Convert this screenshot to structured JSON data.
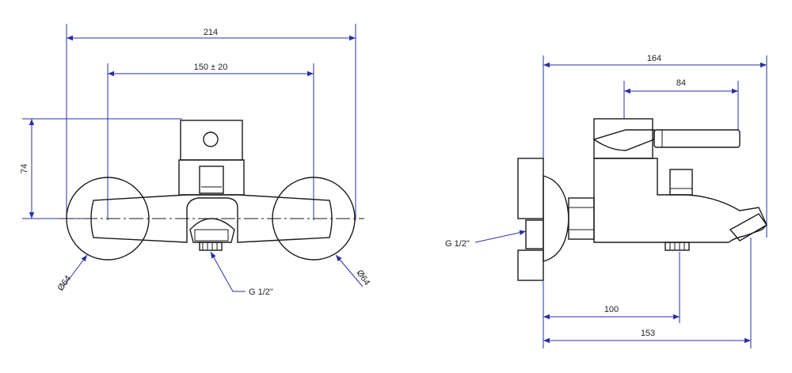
{
  "front_view": {
    "width_label": "214",
    "spacing_label": "150 ± 20",
    "height_label": "74",
    "left_flange_dia_label": "Ø64",
    "right_flange_dia_label": "Ø64",
    "outlet_thread_label": "G 1/2\""
  },
  "side_view": {
    "depth_label": "164",
    "handle_label": "84",
    "inlet_thread_label": "G 1/2\"",
    "outlet_depth_label": "100",
    "spout_depth_label": "153"
  },
  "colors": {
    "dimension_line": "#2b2fa6",
    "outline": "#1a1a1a",
    "hatch": "#444444"
  }
}
